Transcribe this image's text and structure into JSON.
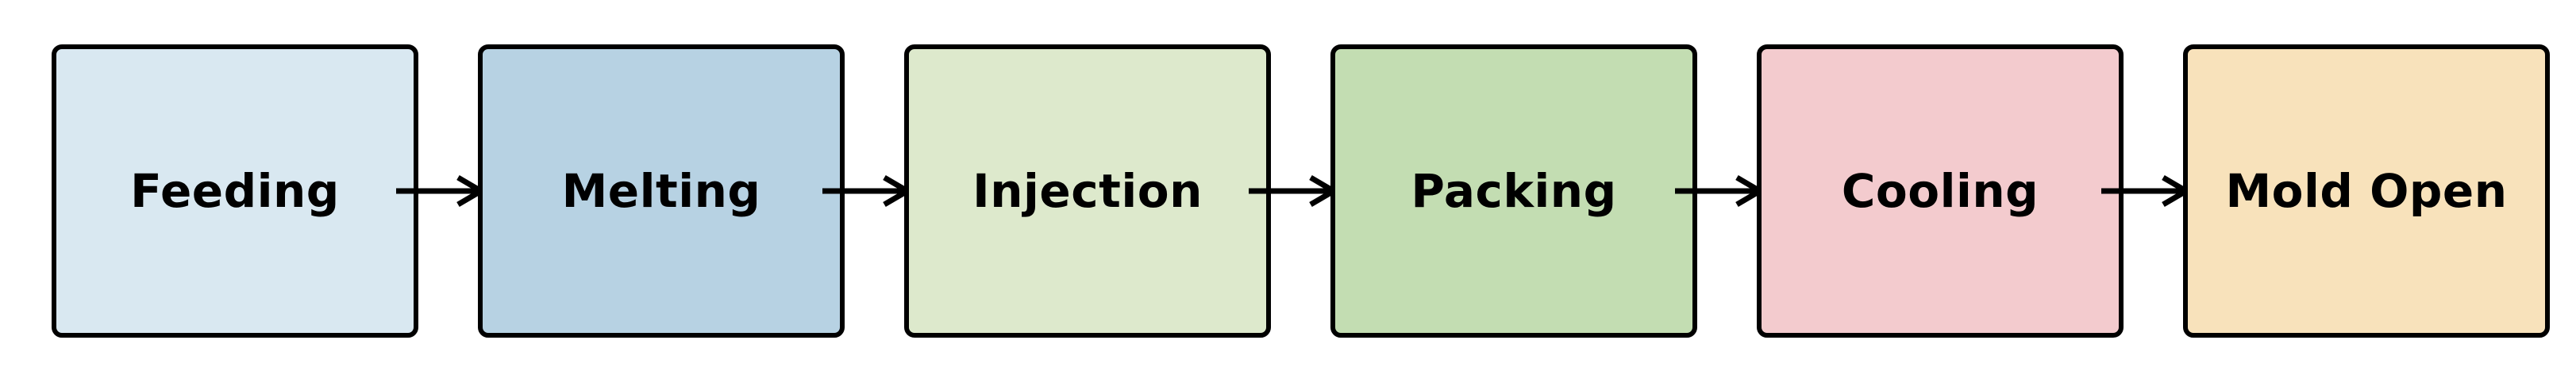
{
  "diagram": {
    "type": "process-flow",
    "direction": "left-to-right",
    "stages": [
      {
        "label": "Feeding",
        "fill": "#d9e8f1"
      },
      {
        "label": "Melting",
        "fill": "#b7d2e3"
      },
      {
        "label": "Injection",
        "fill": "#dde9cc"
      },
      {
        "label": "Packing",
        "fill": "#c3ddb2"
      },
      {
        "label": "Cooling",
        "fill": "#f3cbce"
      },
      {
        "label": "Mold Open",
        "fill": "#f8e2bb"
      }
    ],
    "connector": {
      "type": "arrow-right",
      "color": "#000000"
    },
    "style": {
      "border_color": "#000000",
      "text_color": "#000000",
      "background": "#ffffff"
    }
  }
}
